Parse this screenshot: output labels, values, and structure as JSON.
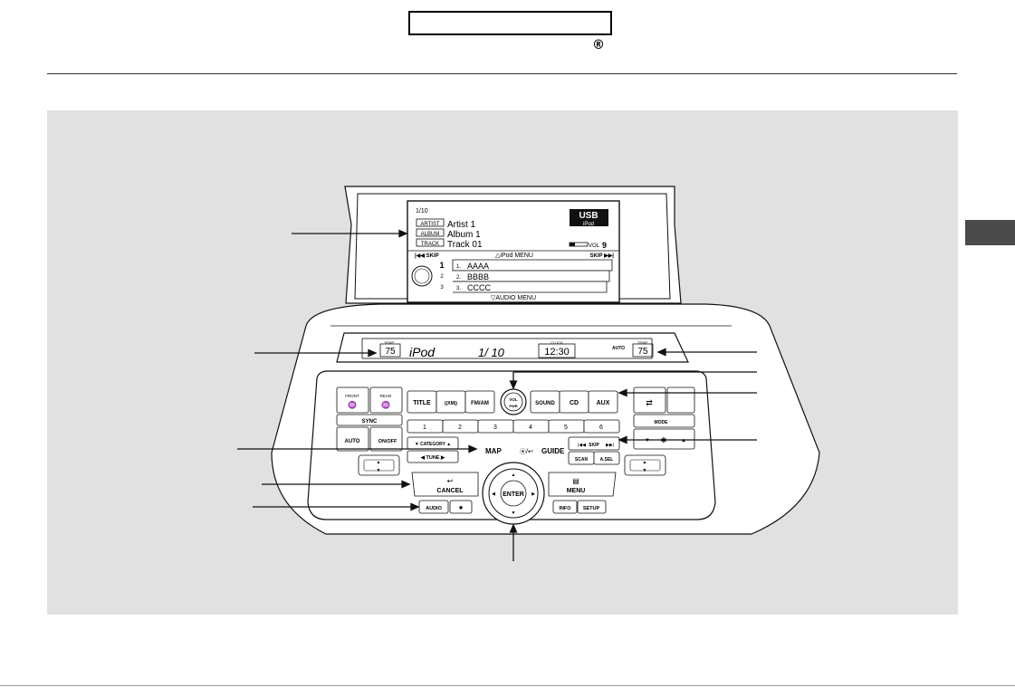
{
  "header": {
    "registered_mark": "®"
  },
  "screen": {
    "track_count": "1/10",
    "source": "USB",
    "source_sub": "iPod",
    "artist_tag": "ARTIST",
    "artist": "Artist 1",
    "album_tag": "ALBUM",
    "album": "Album 1",
    "track_tag": "TRACK",
    "track": "Track 01",
    "vol_label": "VOL",
    "vol_value": "9",
    "skip_left": "|◀◀ SKIP",
    "ipod_menu": "△iPod MENU",
    "skip_right": "SKIP ▶▶|",
    "list_nums": [
      "1",
      "2",
      "3"
    ],
    "list": [
      {
        "num": "1.",
        "name": "AAAA"
      },
      {
        "num": "2.",
        "name": "BBBB"
      },
      {
        "num": "3.",
        "name": "CCCC"
      }
    ],
    "audio_menu": "▽AUDIO MENU"
  },
  "lcd": {
    "temp_left": "75",
    "source": "iPod",
    "track": "1/ 10",
    "clock_label": "CLOCK",
    "clock": "12:30",
    "auto": "AUTO",
    "temp_right": "75",
    "temp_label": "TEMP"
  },
  "buttons": {
    "front": "FRONT",
    "rear": "REAR",
    "sync": "SYNC",
    "auto": "AUTO",
    "on_off": "ON/OFF",
    "title": "TITLE",
    "xm": "((XM))",
    "fm_am": "FM/AM",
    "vol": "VOL",
    "pwr": "PWR",
    "sound": "SOUND",
    "cd": "CD",
    "aux": "AUX",
    "mode": "MODE",
    "presets": [
      "1",
      "2",
      "3",
      "4",
      "5",
      "6"
    ],
    "category": "▼ CATEGORY ▲",
    "tune": "◀  TUNE  ▶",
    "map": "MAP",
    "guide": "GUIDE",
    "skip": "SKIP",
    "scan": "SCAN",
    "asel": "A.SEL",
    "cancel": "CANCEL",
    "enter": "ENTER",
    "menu": "MENU",
    "audio": "AUDIO",
    "info": "INFO",
    "setup": "SETUP"
  }
}
